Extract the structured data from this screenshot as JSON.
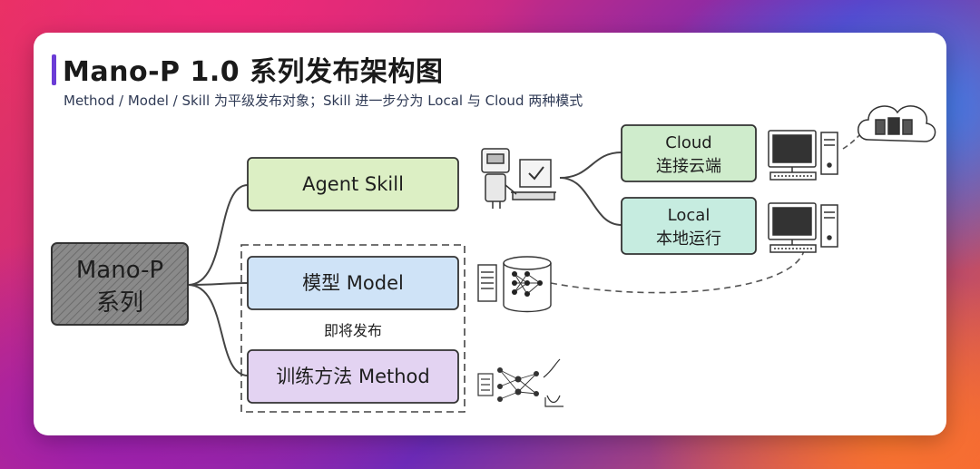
{
  "header": {
    "title": "Mano-P 1.0 系列发布架构图",
    "subtitle": "Method / Model / Skill 为平级发布对象；Skill 进一步分为 Local 与 Cloud 两种模式"
  },
  "root": {
    "line1": "Mano-P",
    "line2": "系列"
  },
  "nodes": {
    "agent_skill": "Agent Skill",
    "model": "模型 Model",
    "method": "训练方法 Method",
    "upcoming": "即将发布",
    "cloud_line1": "Cloud",
    "cloud_line2": "连接云端",
    "local_line1": "Local",
    "local_line2": "本地运行"
  },
  "colors": {
    "accent": "#6b3cd6",
    "root_fill": "#8c8c8c",
    "agent_skill_fill": "#dcefc4",
    "model_fill": "#cfe3f7",
    "method_fill": "#e3d3f2",
    "cloud_fill": "#cfeccc",
    "local_fill": "#c6ece0"
  },
  "icons": {
    "agent": "robot-at-computer-icon",
    "cloud_pc": "desktop-computer-icon",
    "local_pc": "desktop-computer-icon",
    "cloud_server": "cloud-server-icon",
    "model": "neural-network-database-icon",
    "method": "training-network-icon"
  }
}
